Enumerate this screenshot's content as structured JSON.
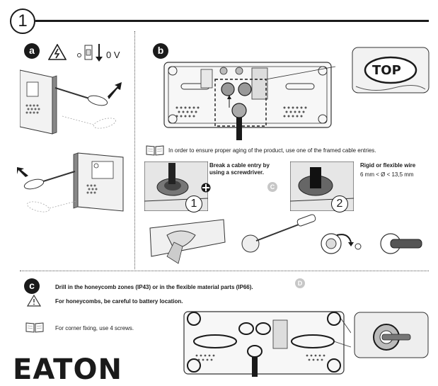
{
  "step_number": "1",
  "sections": {
    "a": {
      "badge": "a",
      "voltage": "0 V"
    },
    "b": {
      "badge": "b",
      "top_label": "TOP",
      "note": "In order to ensure proper aging of the product, use one of the framed cable entries.",
      "break_title_line1": "Break a cable entry by",
      "break_title_line2": "using a screwdriver.",
      "grey_badge": "C",
      "circle_1": "1",
      "circle_2": "2",
      "wire_title": "Rigid or flexible wire",
      "wire_spec": "6 mm < Ø < 13,5 mm"
    },
    "c": {
      "badge": "c",
      "drill_text": "Drill in the honeycomb zones (IP43) or in the flexible material parts (IP66).",
      "grey_badge": "D",
      "warning_text": "For honeycombs, be careful to battery location.",
      "corner_text": "For corner fixing, use 4 screws."
    }
  },
  "brand": "EATON",
  "colors": {
    "ink": "#1a1a1a",
    "grey_badge": "#c7c7c7",
    "line_art": "#333333"
  }
}
